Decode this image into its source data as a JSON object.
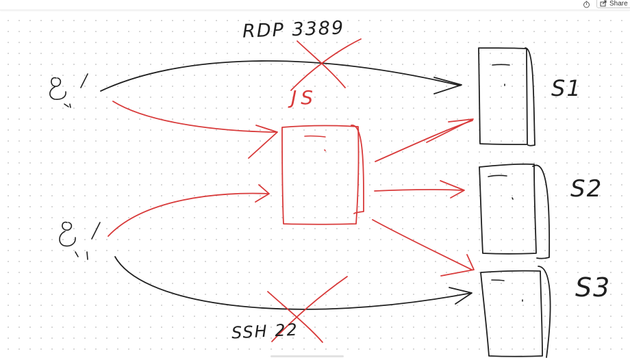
{
  "toolbar": {
    "share_label": "Share",
    "timer_icon": "timer-icon",
    "share_icon": "share-icon"
  },
  "diagram": {
    "labels": {
      "rdp": "RDP 3389",
      "ssh": "SSH 22",
      "jump_server": "JS",
      "server_1": "S1",
      "server_2": "S2",
      "server_3": "S3"
    },
    "colors": {
      "direct_path": "#1f1f1f",
      "jump_path": "#d83a3a",
      "canvas_dots": "#cfcfcf"
    }
  }
}
